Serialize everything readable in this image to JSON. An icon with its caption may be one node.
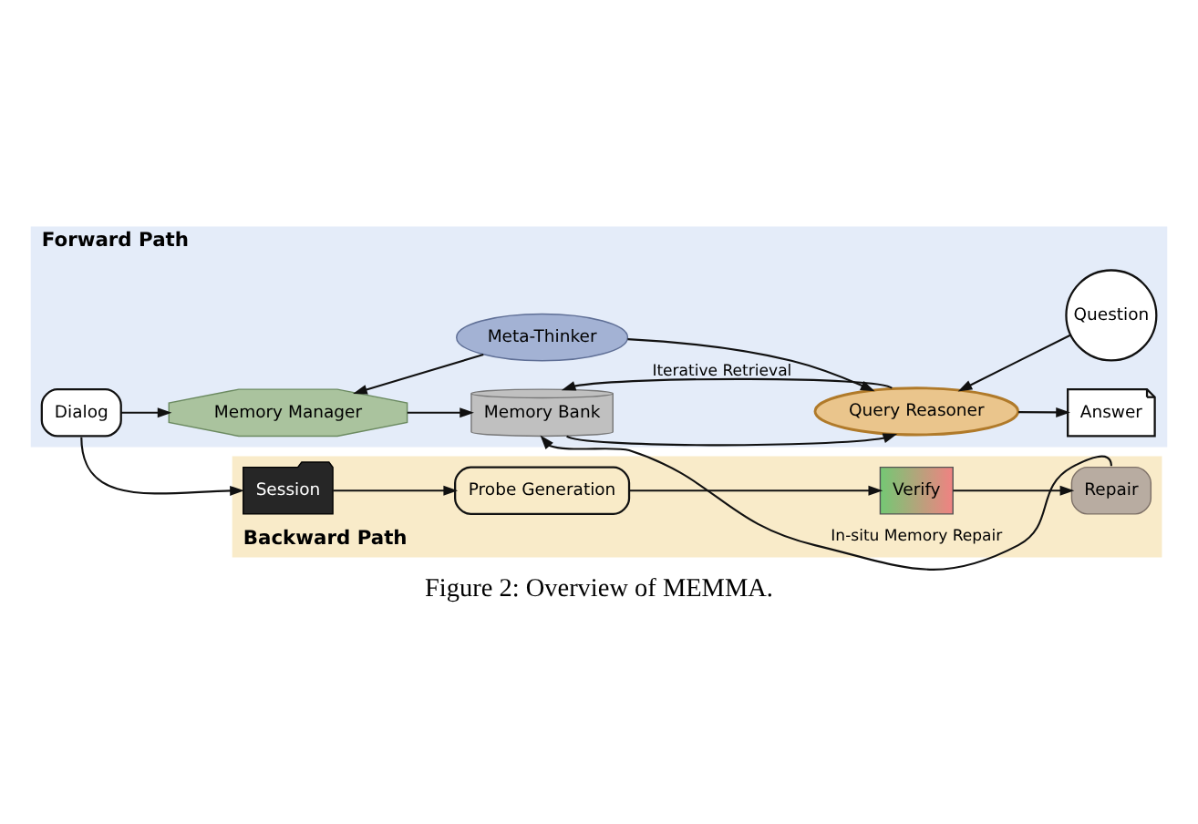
{
  "diagram": {
    "caption": "Figure 2: Overview of MEMMA.",
    "nodes": [
      {
        "text": [
          "Forward Path"
        ]
      },
      {
        "text": [
          "Meta-Thinker"
        ],
        "in": 0
      },
      {
        "text": [
          "Dialog"
        ],
        "in": 0
      },
      {
        "text": [
          "Memory Manager"
        ],
        "in": 0
      },
      {
        "text": [
          "Memory Bank"
        ],
        "in": 0
      },
      {
        "text": [
          "Question"
        ],
        "in": 0
      },
      {
        "text": [
          "Query Reasoner"
        ],
        "in": 0
      },
      {
        "text": [
          "Answer"
        ],
        "in": 0
      },
      {
        "text": [
          "Backward Path"
        ]
      },
      {
        "text": [
          "Session"
        ],
        "in": 8
      },
      {
        "text": [
          "Probe Generation"
        ],
        "in": 8
      },
      {
        "text": [
          "Verify"
        ],
        "in": 8
      },
      {
        "text": [
          "Repair"
        ],
        "in": 8
      }
    ],
    "edges": [
      {
        "from": 1,
        "to": 3,
        "arrow": "to"
      },
      {
        "from": 1,
        "to": 6,
        "arrow": "to"
      },
      {
        "from": 2,
        "to": 3,
        "arrow": "to"
      },
      {
        "from": 3,
        "to": 4,
        "arrow": "to"
      },
      {
        "from": 6,
        "to": 4,
        "arrow": "to",
        "label": "Iterative Retrieval"
      },
      {
        "from": 4,
        "to": 6,
        "arrow": "to"
      },
      {
        "from": 5,
        "to": 6,
        "arrow": "to"
      },
      {
        "from": 6,
        "to": 7,
        "arrow": "to"
      },
      {
        "from": 2,
        "to": 9,
        "arrow": "to"
      },
      {
        "from": 9,
        "to": 10,
        "arrow": "to"
      },
      {
        "from": 10,
        "to": 11,
        "arrow": "to"
      },
      {
        "from": 11,
        "to": 12,
        "arrow": "to"
      },
      {
        "from": 12,
        "to": 4,
        "arrow": "to",
        "label": "In-situ Memory Repair"
      }
    ]
  }
}
